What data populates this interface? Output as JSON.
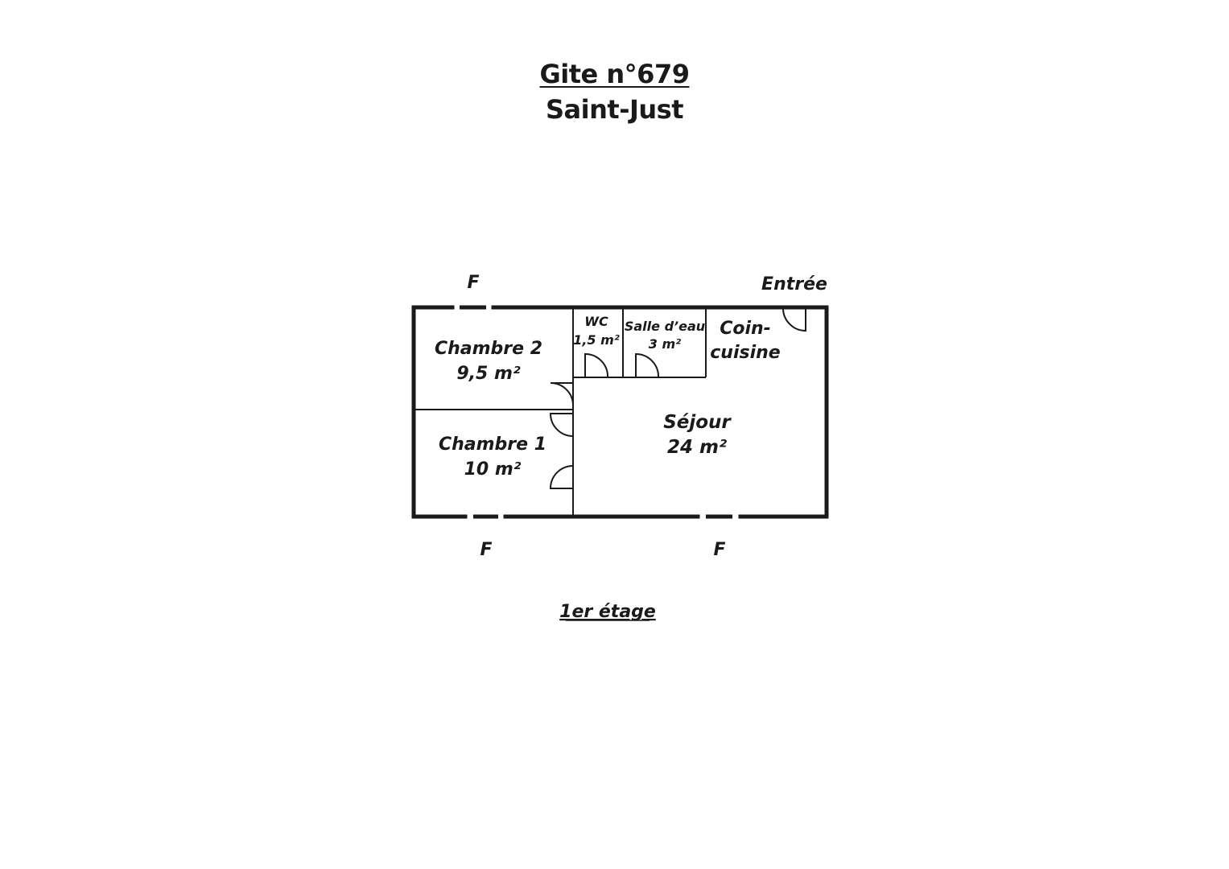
{
  "title": {
    "line1": "Gite n°679",
    "line2": "Saint-Just"
  },
  "rooms": {
    "chambre2": {
      "name": "Chambre 2",
      "area": "9,5 m²"
    },
    "chambre1": {
      "name": "Chambre 1",
      "area": "10 m²"
    },
    "wc": {
      "name": "WC",
      "area": "1,5 m²"
    },
    "salle_eau": {
      "name": "Salle d’eau",
      "area": "3 m²"
    },
    "coin_cuisine": {
      "line1": "Coin-",
      "line2": "cuisine"
    },
    "sejour": {
      "name": "Séjour",
      "area": "24 m²"
    }
  },
  "markers": {
    "entree": "Entrée",
    "window_top": "F",
    "window_bottom_left": "F",
    "window_bottom_right": "F"
  },
  "floor": "1er étage"
}
